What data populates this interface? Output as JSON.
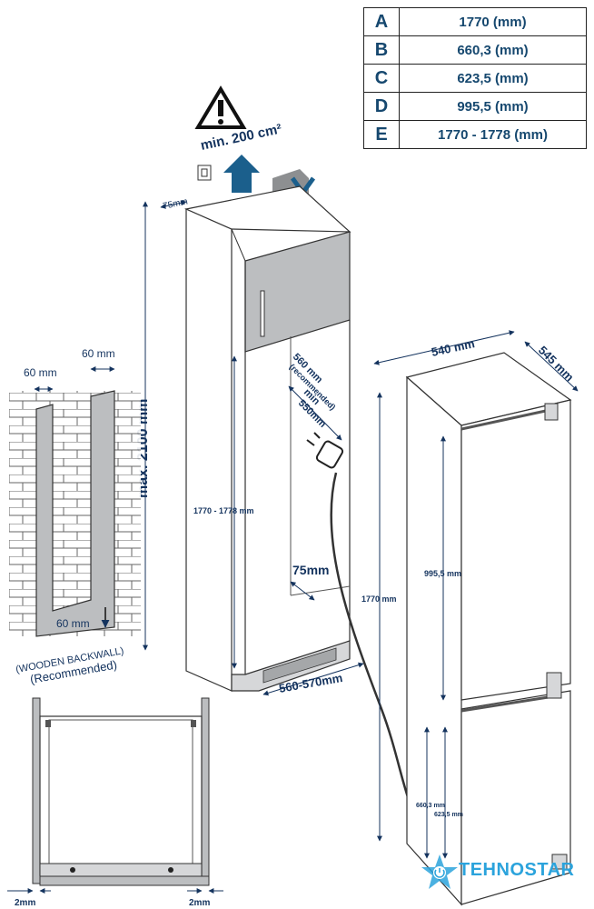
{
  "spec_table": {
    "rows": [
      {
        "key": "A",
        "value": "1770 (mm)"
      },
      {
        "key": "B",
        "value": "660,3 (mm)"
      },
      {
        "key": "C",
        "value": "623,5 (mm)"
      },
      {
        "key": "D",
        "value": "995,5 (mm)"
      },
      {
        "key": "E",
        "value": "1770 - 1778 (mm)"
      }
    ]
  },
  "ventilation": {
    "label": "min. 200 cm²"
  },
  "cabinet": {
    "top_gap": "75mm",
    "max_height": "max. 2100 mm",
    "niche_height": "1770 - 1778   mm",
    "depth_recommended": "560 mm",
    "depth_recommended_note": "(recommended)",
    "depth_min_prefix": "min",
    "depth_min": "550mm",
    "bottom_gap": "75mm",
    "width": "560-570mm"
  },
  "backwall": {
    "dim_left": "60 mm",
    "dim_right": "60 mm",
    "dim_bottom": "60 mm",
    "label_line1": "(WOODEN BACKWALL)",
    "label_line2": "(Recommended)"
  },
  "fridge": {
    "width": "540 mm",
    "depth": "545 mm",
    "height": "1770  mm",
    "upper_door": "995,5  mm",
    "lower_door": "660,3  mm",
    "lower_door_inner": "623,5  mm"
  },
  "cross_section": {
    "gap_left": "2mm",
    "gap_right": "2mm"
  },
  "brand": {
    "name": "TEHNOSTAR"
  },
  "colors": {
    "accent": "#1b5f8c",
    "text": "#14335e",
    "brand": "#2ba3dc"
  }
}
